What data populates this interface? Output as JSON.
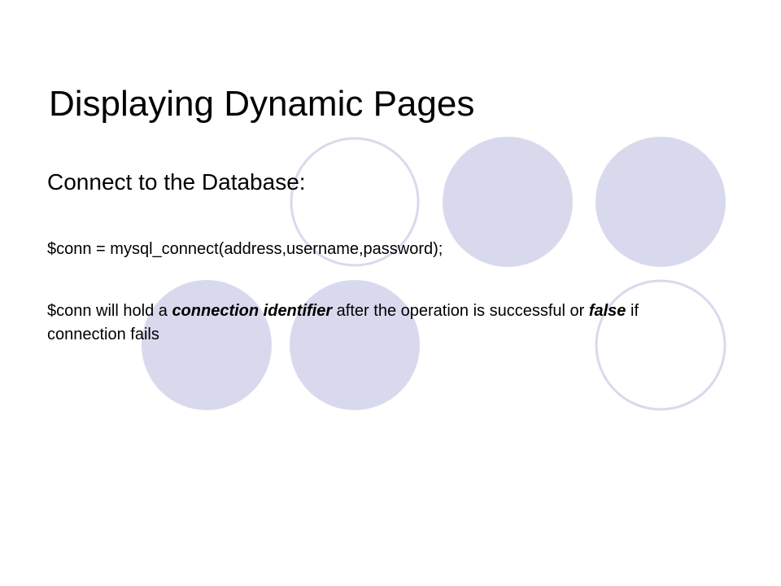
{
  "slide": {
    "title": "Displaying Dynamic Pages",
    "heading": "Connect to the Database:",
    "code_line": "$conn = mysql_connect(address,username,password);",
    "description": {
      "part1": "$conn will hold a ",
      "emphasis1": "connection identifier",
      "part2": " after the operation is successful or ",
      "emphasis2": "false",
      "part3": " if connection fails"
    }
  },
  "colors": {
    "circle_fill": "#d9d9ee",
    "circle_outline": "#d9d9ee",
    "text": "#000000",
    "background": "#ffffff"
  }
}
